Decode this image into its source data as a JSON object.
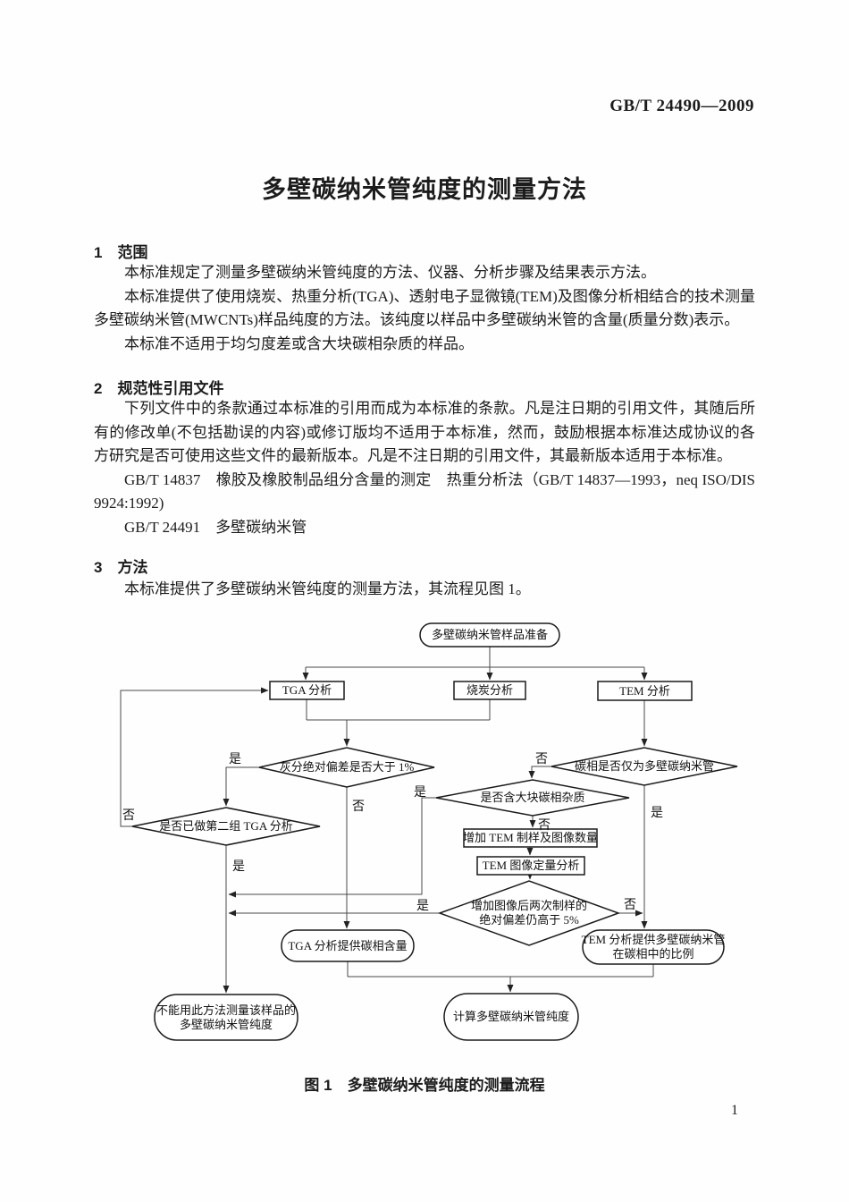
{
  "document": {
    "standard_code": "GB/T 24490—2009",
    "title": "多壁碳纳米管纯度的测量方法",
    "page_number": "1"
  },
  "sections": [
    {
      "number": "1",
      "heading": "范围",
      "paragraphs": [
        "本标准规定了测量多壁碳纳米管纯度的方法、仪器、分析步骤及结果表示方法。",
        "本标准提供了使用烧炭、热重分析(TGA)、透射电子显微镜(TEM)及图像分析相结合的技术测量多壁碳纳米管(MWCNTs)样品纯度的方法。该纯度以样品中多壁碳纳米管的含量(质量分数)表示。",
        "本标准不适用于均匀度差或含大块碳相杂质的样品。"
      ]
    },
    {
      "number": "2",
      "heading": "规范性引用文件",
      "paragraphs": [
        "下列文件中的条款通过本标准的引用而成为本标准的条款。凡是注日期的引用文件，其随后所有的修改单(不包括勘误的内容)或修订版均不适用于本标准，然而，鼓励根据本标准达成协议的各方研究是否可使用这些文件的最新版本。凡是不注日期的引用文件，其最新版本适用于本标准。",
        "GB/T 14837　橡胶及橡胶制品组分含量的测定　热重分析法（GB/T 14837—1993，neq ISO/DIS 9924:1992)",
        "GB/T 24491　多壁碳纳米管"
      ]
    },
    {
      "number": "3",
      "heading": "方法",
      "paragraphs": [
        "本标准提供了多壁碳纳米管纯度的测量方法，其流程见图 1。"
      ]
    }
  ],
  "figure": {
    "caption": "图 1　多壁碳纳米管纯度的测量流程",
    "flowchart": {
      "nodes": {
        "start": {
          "shape": "terminator",
          "lines": [
            "多壁碳纳米管样品准备"
          ]
        },
        "tga_analysis": {
          "shape": "process",
          "lines": [
            "TGA 分析"
          ]
        },
        "burning_analysis": {
          "shape": "process",
          "lines": [
            "烧炭分析"
          ]
        },
        "tem_analysis": {
          "shape": "process",
          "lines": [
            "TEM 分析"
          ]
        },
        "ash_deviation": {
          "shape": "decision",
          "lines": [
            "灰分绝对偏差是否大于 1%"
          ]
        },
        "second_tga": {
          "shape": "decision",
          "lines": [
            "是否已做第二组 TGA 分析"
          ]
        },
        "carbon_only_mwcnt": {
          "shape": "decision",
          "lines": [
            "碳相是否仅为多壁碳纳米管"
          ]
        },
        "bulk_carbon": {
          "shape": "decision",
          "lines": [
            "是否含大块碳相杂质"
          ]
        },
        "add_tem_sampling": {
          "shape": "process",
          "lines": [
            "增加 TEM 制样及图像数量"
          ]
        },
        "tem_quantitative": {
          "shape": "process",
          "lines": [
            "TEM 图像定量分析"
          ]
        },
        "image_deviation": {
          "shape": "decision",
          "lines": [
            "增加图像后两次制样的",
            "绝对偏差仍高于 5%"
          ]
        },
        "tga_result": {
          "shape": "terminator",
          "lines": [
            "TGA 分析提供碳相含量"
          ]
        },
        "tem_result": {
          "shape": "terminator",
          "lines": [
            "TEM 分析提供多壁碳纳米管",
            "在碳相中的比例"
          ]
        },
        "cannot_measure": {
          "shape": "terminator",
          "lines": [
            "不能用此方法测量该样品的",
            "多壁碳纳米管纯度"
          ]
        },
        "compute_purity": {
          "shape": "terminator",
          "lines": [
            "计算多壁碳纳米管纯度"
          ]
        }
      },
      "edge_labels": {
        "yes": "是",
        "no": "否"
      }
    }
  }
}
